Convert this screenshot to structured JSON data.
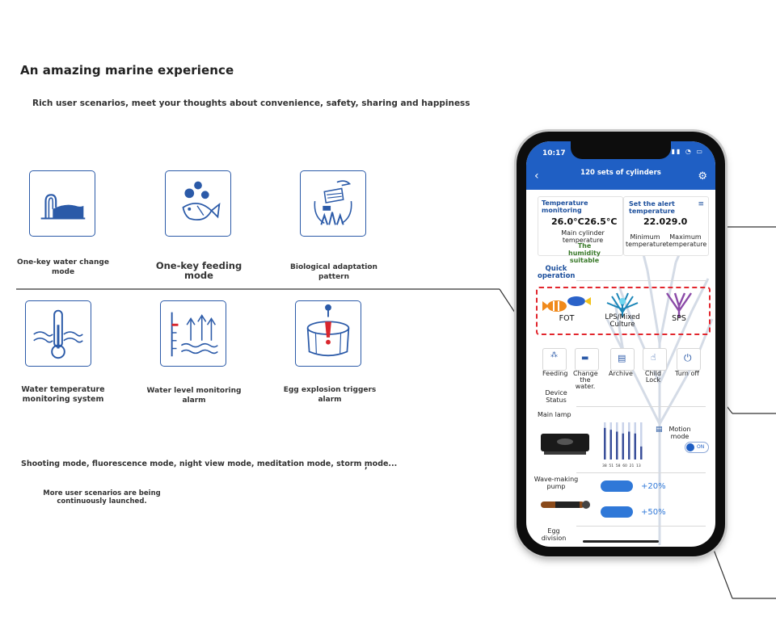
{
  "page": {
    "title": "An amazing marine experience",
    "subtitle": "Rich user scenarios, meet your thoughts about convenience, safety, sharing and happiness"
  },
  "features": [
    {
      "label": "One-key water change mode",
      "icon": "water-change-icon"
    },
    {
      "label": "One-key feeding mode",
      "icon": "feeding-icon"
    },
    {
      "label": "Biological adaptation pattern",
      "icon": "bio-adaptation-icon"
    },
    {
      "label": "Water temperature monitoring system",
      "icon": "thermometer-icon"
    },
    {
      "label": "Water level monitoring alarm",
      "icon": "water-level-icon"
    },
    {
      "label": "Egg explosion triggers alarm",
      "icon": "egg-alarm-icon"
    }
  ],
  "notes": {
    "modes": "Shooting mode, fluorescence mode, night view mode, meditation mode, storm mode...",
    "more": "More user scenarios are being continuously launched."
  },
  "phone": {
    "status_time": "10:17",
    "header_title": "120 sets of cylinders",
    "temp_monitoring": {
      "label": "Temperature monitoring",
      "value": "26.0°C26.5°C",
      "desc": "Main cylinder temperature",
      "status": "The humidity suitable"
    },
    "alert": {
      "label": "Set the alert temperature",
      "value": "22.029.0",
      "min_label": "Minimum temperature",
      "max_label": "Maximum temperature"
    },
    "quick_operation": "Quick operation",
    "modes": [
      {
        "label": "FOT"
      },
      {
        "label": "LPS/Mixed Culture"
      },
      {
        "label": "SPS"
      }
    ],
    "quick_actions": [
      {
        "label": "Feeding"
      },
      {
        "label": "Change the water."
      },
      {
        "label": "Archive"
      },
      {
        "label": "Child Lock"
      },
      {
        "label": "Turn off"
      }
    ],
    "device_status": "Device Status",
    "main_lamp": "Main lamp",
    "lamp_bars": [
      0.85,
      0.8,
      0.75,
      0.7,
      0.75,
      0.7,
      0.35
    ],
    "lamp_ticks": [
      "38",
      "51",
      "58",
      "60",
      "21",
      "13"
    ],
    "motion_mode": "Motion mode",
    "toggle_label": "ON",
    "wave_pump": "Wave-making pump",
    "pump_a_value": "+20%",
    "pump_b_value": "+50%",
    "egg_division": "Egg division"
  }
}
